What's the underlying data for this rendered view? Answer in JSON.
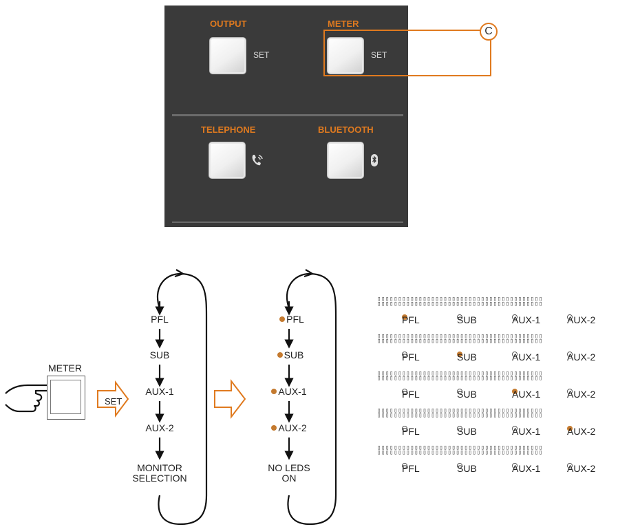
{
  "panel": {
    "output_label": "OUTPUT",
    "meter_label": "METER",
    "telephone_label": "TELEPHONE",
    "bluetooth_label": "BLUETOOTH",
    "set_text": "SET",
    "callout": "C"
  },
  "flow": {
    "meter_key_label": "METER",
    "set_label": "SET",
    "sequence": [
      "PFL",
      "SUB",
      "AUX-1",
      "AUX-2"
    ],
    "sequence_end_1": "MONITOR",
    "sequence_end_2": "SELECTION",
    "led_end_1": "NO LEDS",
    "led_end_2": "ON"
  },
  "led_meter": {
    "labels": [
      "PFL",
      "SUB",
      "AUX-1",
      "AUX-2"
    ],
    "rows": [
      {
        "active": 0
      },
      {
        "active": 1
      },
      {
        "active": 2
      },
      {
        "active": 3
      },
      {
        "active": -1
      }
    ]
  },
  "colors": {
    "accent": "#e07a1f",
    "led_on": "#c47a2f",
    "panel_bg": "#3a3a3a"
  }
}
